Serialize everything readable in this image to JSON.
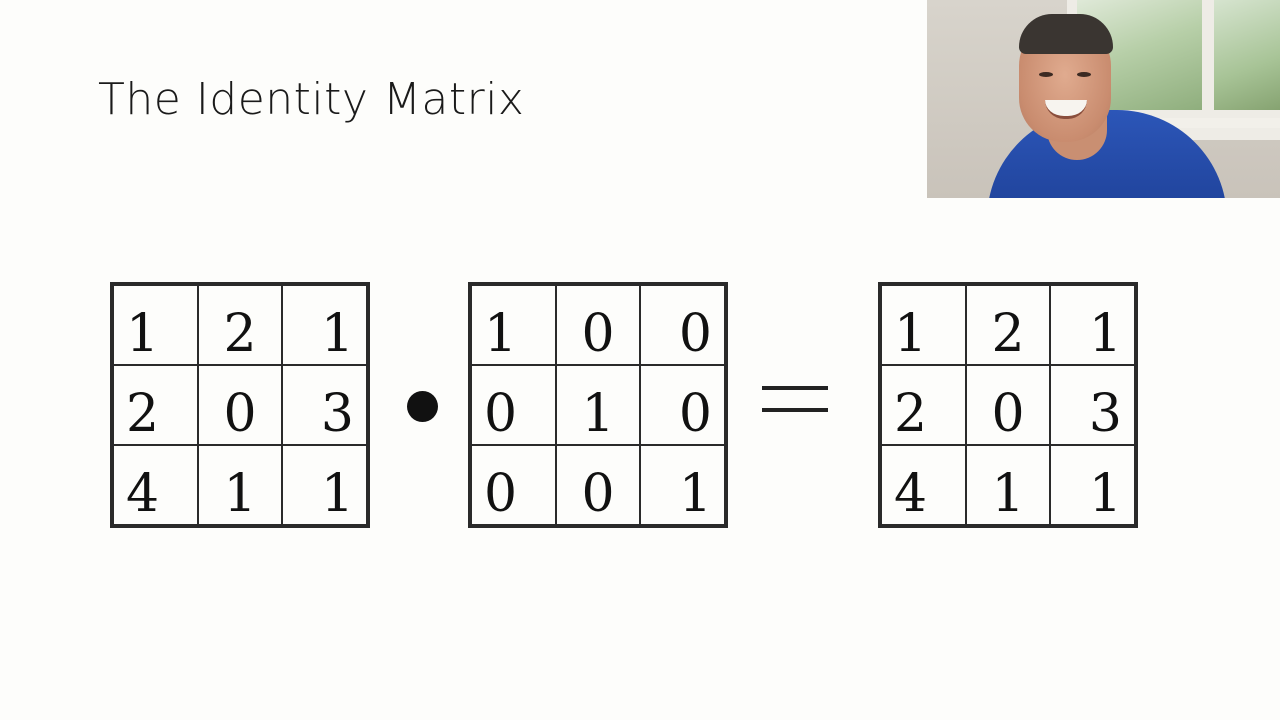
{
  "slide": {
    "title": "The Identity Matrix"
  },
  "equation": {
    "matrix_a": [
      [
        "1",
        "2",
        "1"
      ],
      [
        "2",
        "0",
        "3"
      ],
      [
        "4",
        "1",
        "1"
      ]
    ],
    "matrix_b": [
      [
        "1",
        "0",
        "0"
      ],
      [
        "0",
        "1",
        "0"
      ],
      [
        "0",
        "0",
        "1"
      ]
    ],
    "matrix_c": [
      [
        "1",
        "2",
        "1"
      ],
      [
        "2",
        "0",
        "3"
      ],
      [
        "4",
        "1",
        "1"
      ]
    ],
    "operator": "dot-product-icon",
    "result_sign": "equals-icon"
  },
  "colors": {
    "background": "#fdfdfb",
    "ink": "#111111",
    "presenter_shirt": "#2c56b8"
  }
}
